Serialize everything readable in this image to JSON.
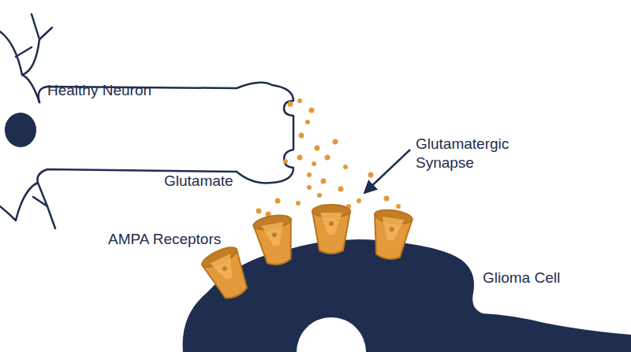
{
  "diagram": {
    "labels": [
      "Healthy Neuron",
      "Glutamate",
      "Glutamatergic Synapse",
      "AMPA Receptors",
      "Glioma Cell"
    ]
  }
}
